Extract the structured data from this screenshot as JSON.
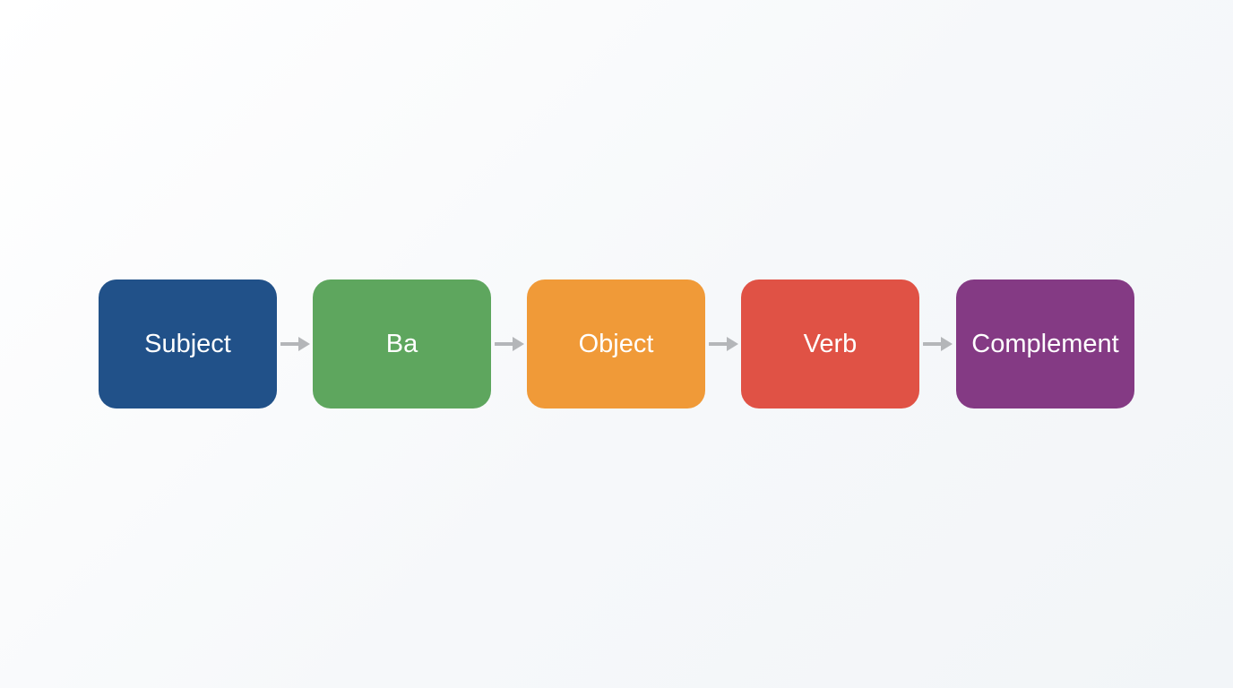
{
  "diagram": {
    "nodes": [
      {
        "label": "Subject",
        "color": "#215189"
      },
      {
        "label": "Ba",
        "color": "#5ea65e"
      },
      {
        "label": "Object",
        "color": "#f09a38"
      },
      {
        "label": "Verb",
        "color": "#e05245"
      },
      {
        "label": "Complement",
        "color": "#843a84"
      }
    ],
    "connector_color": "#b4b6b9",
    "connector_icon": "arrow-right-icon"
  }
}
